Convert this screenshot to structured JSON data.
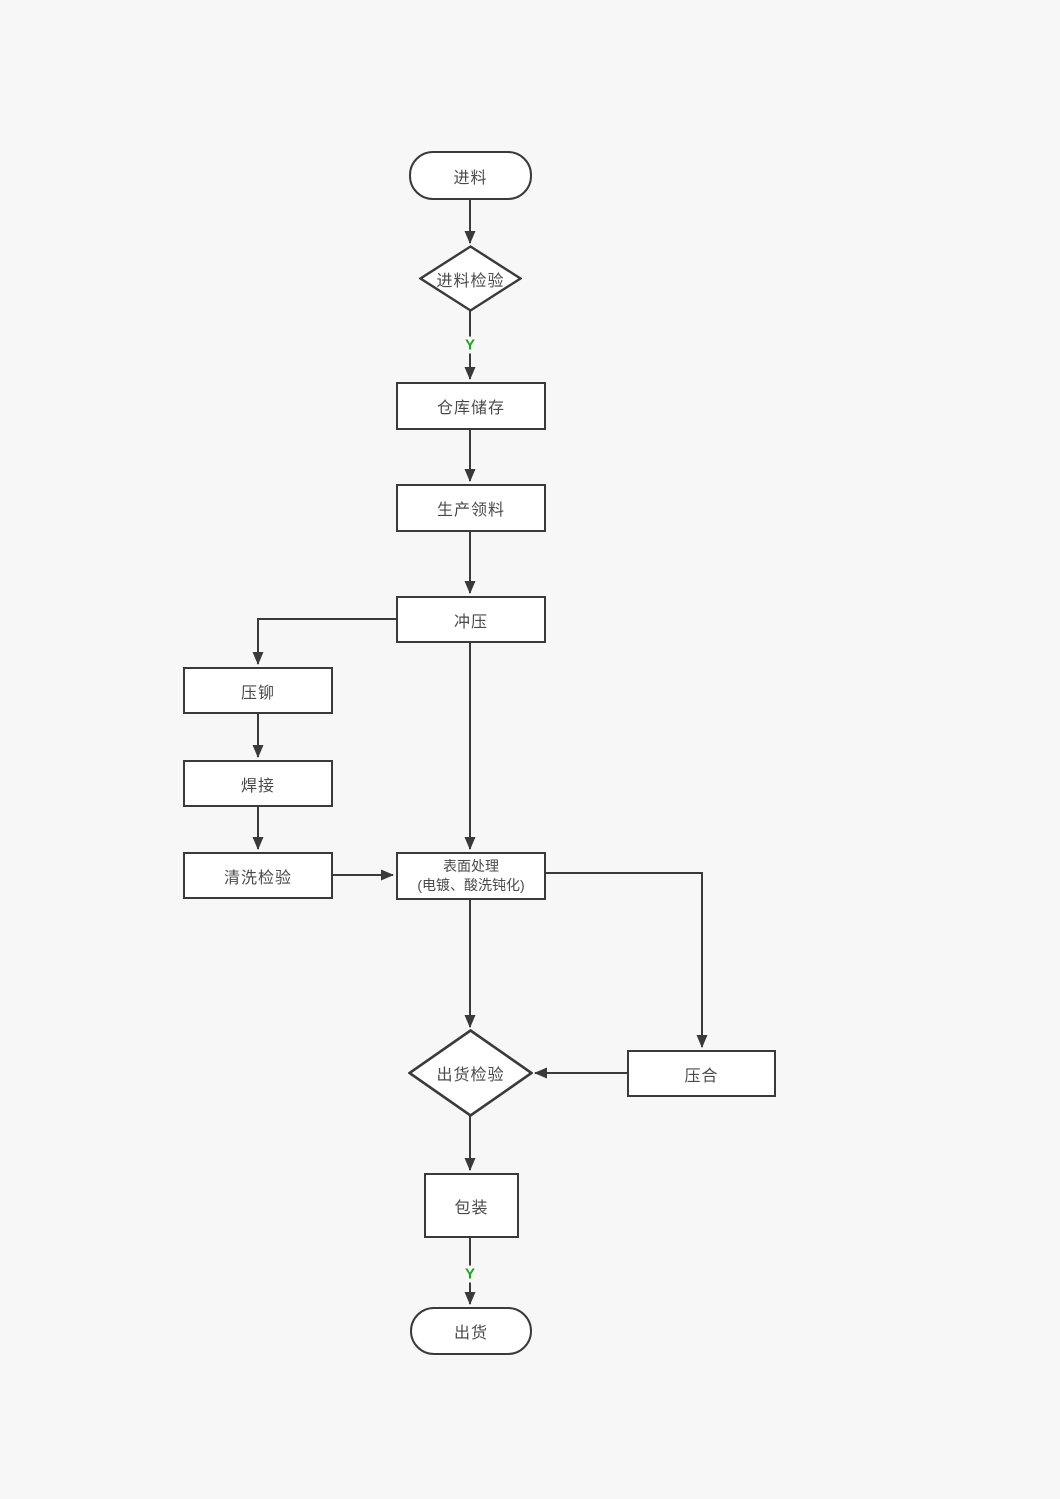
{
  "diagram": {
    "type": "flowchart",
    "language": "zh-CN",
    "colors": {
      "background": "#f7f7f7",
      "node_fill": "#ffffff",
      "stroke": "#3a3a3a",
      "text": "#4a4a4a",
      "branch_label_green": "#1ea31e"
    },
    "nodes": [
      {
        "id": "start",
        "shape": "stadium",
        "label": "进料"
      },
      {
        "id": "incoming-inspection",
        "shape": "diamond",
        "label": "进料检验"
      },
      {
        "id": "warehouse-storage",
        "shape": "rect",
        "label": "仓库储存"
      },
      {
        "id": "production-picking",
        "shape": "rect",
        "label": "生产领料"
      },
      {
        "id": "stamping",
        "shape": "rect",
        "label": "冲压"
      },
      {
        "id": "riveting",
        "shape": "rect",
        "label": "压铆"
      },
      {
        "id": "welding",
        "shape": "rect",
        "label": "焊接"
      },
      {
        "id": "cleaning-inspection",
        "shape": "rect",
        "label": "清洗检验"
      },
      {
        "id": "surface-treatment",
        "shape": "rect",
        "label": "表面处理",
        "label2": "(电镀、酸洗钝化)"
      },
      {
        "id": "shipping-inspection",
        "shape": "diamond",
        "label": "出货检验"
      },
      {
        "id": "pressing",
        "shape": "rect",
        "label": "压合"
      },
      {
        "id": "packing",
        "shape": "rect",
        "label": "包装"
      },
      {
        "id": "shipping",
        "shape": "stadium",
        "label": "出货"
      }
    ],
    "edge_labels": [
      {
        "id": "incoming-inspection-yes",
        "text": "Y"
      },
      {
        "id": "packing-to-shipping-yes",
        "text": "Y"
      }
    ],
    "edges": [
      {
        "from": "start",
        "to": "incoming-inspection"
      },
      {
        "from": "incoming-inspection",
        "to": "warehouse-storage",
        "label": "Y"
      },
      {
        "from": "warehouse-storage",
        "to": "production-picking"
      },
      {
        "from": "production-picking",
        "to": "stamping"
      },
      {
        "from": "stamping",
        "to": "riveting"
      },
      {
        "from": "stamping",
        "to": "surface-treatment"
      },
      {
        "from": "riveting",
        "to": "welding"
      },
      {
        "from": "welding",
        "to": "cleaning-inspection"
      },
      {
        "from": "cleaning-inspection",
        "to": "surface-treatment"
      },
      {
        "from": "surface-treatment",
        "to": "pressing"
      },
      {
        "from": "surface-treatment",
        "to": "shipping-inspection"
      },
      {
        "from": "pressing",
        "to": "shipping-inspection"
      },
      {
        "from": "shipping-inspection",
        "to": "packing"
      },
      {
        "from": "packing",
        "to": "shipping",
        "label": "Y"
      }
    ]
  }
}
